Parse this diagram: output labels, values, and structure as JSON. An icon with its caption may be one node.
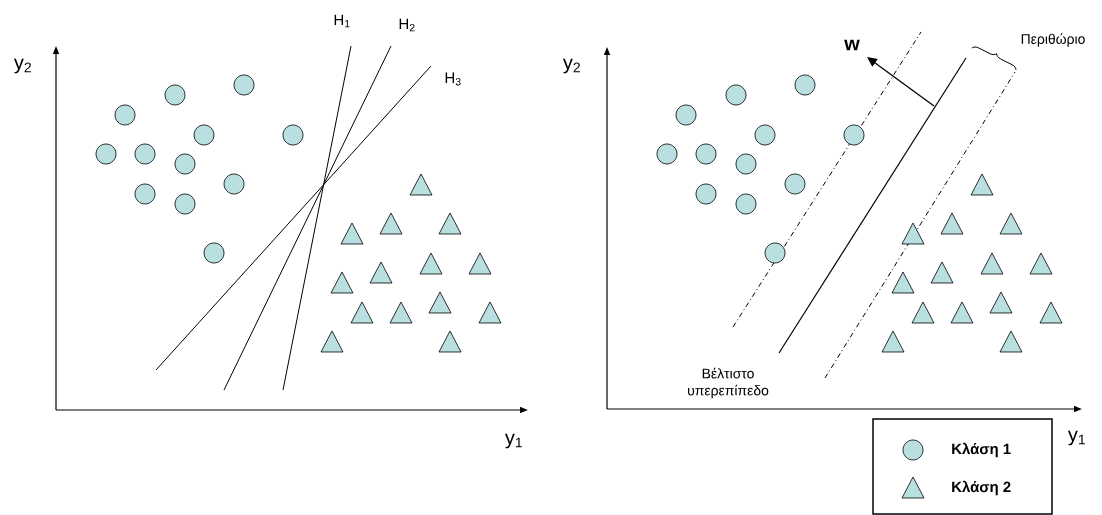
{
  "diagram": {
    "labels": [
      "y$_{2}$",
      "H$_{1}$",
      "H$_{2}$",
      "H$_{3}$",
      "y$_{1}$",
      "y$_{2}$",
      "w",
      "Περιθώριο",
      "Βέλτιστο υπερεπίπεδο",
      "y$_{1}$"
    ],
    "legend": [
      {
        "text": "Κλάση 1"
      },
      {
        "text": "Κλάση 2"
      }
    ]
  }
}
